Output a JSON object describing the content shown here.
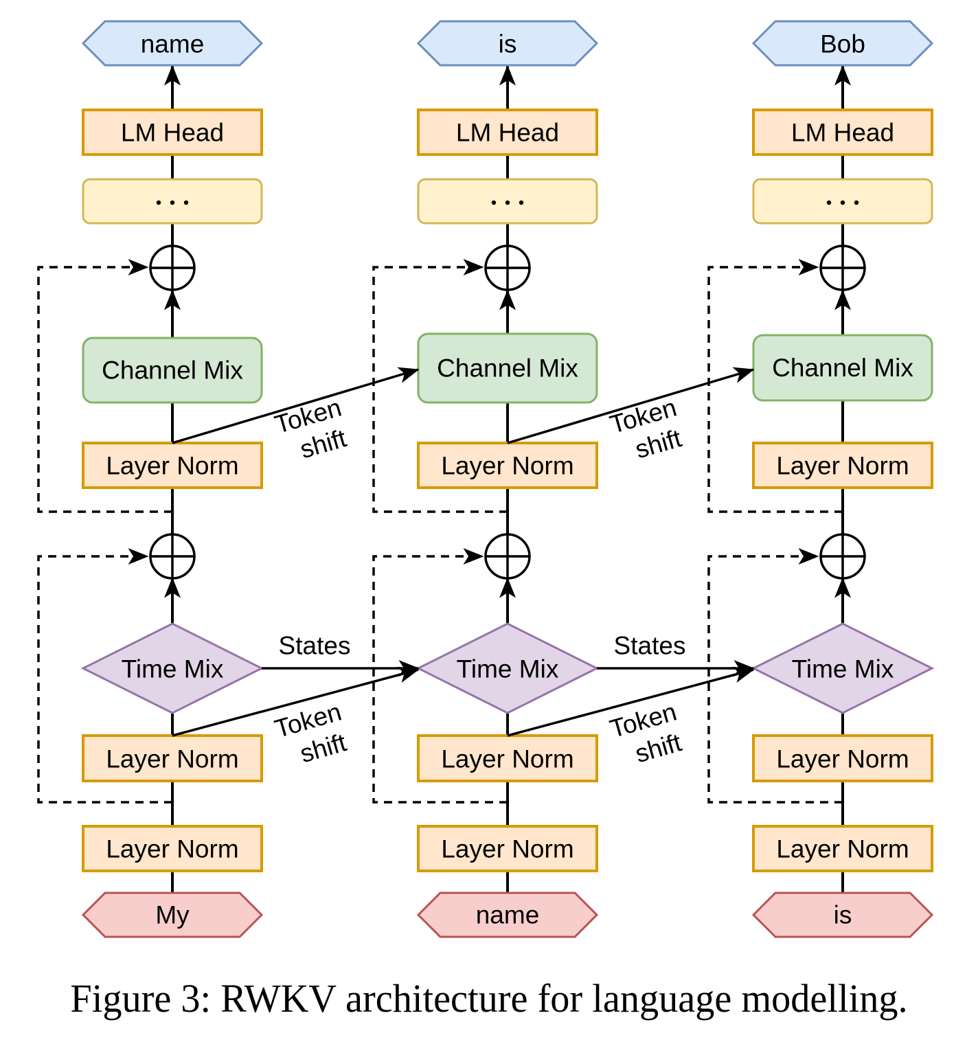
{
  "figure": {
    "caption": "Figure 3: RWKV architecture for language modelling."
  },
  "colors": {
    "output_fill": "#dae8fc",
    "output_stroke": "#6c8ebf",
    "input_fill": "#f8cecc",
    "input_stroke": "#b85450",
    "norm_fill": "#ffe6cc",
    "norm_stroke": "#d79b00",
    "ellipsis_fill": "#fff2cc",
    "ellipsis_stroke": "#d6b656",
    "channel_fill": "#d5e8d4",
    "channel_stroke": "#82b366",
    "time_fill": "#e1d5e7",
    "time_stroke": "#9673a6"
  },
  "columns": [
    {
      "output_token": "name",
      "lm_head": "LM Head",
      "ellipsis": "...",
      "channel_mix": "Channel Mix",
      "layer_norm_channel": "Layer Norm",
      "time_mix": "Time Mix",
      "layer_norm_time": "Layer Norm",
      "layer_norm_input": "Layer Norm",
      "input_token": "My"
    },
    {
      "output_token": "is",
      "lm_head": "LM Head",
      "ellipsis": "...",
      "channel_mix": "Channel Mix",
      "layer_norm_channel": "Layer Norm",
      "time_mix": "Time Mix",
      "layer_norm_time": "Layer Norm",
      "layer_norm_input": "Layer Norm",
      "input_token": "name"
    },
    {
      "output_token": "Bob",
      "lm_head": "LM Head",
      "ellipsis": "...",
      "channel_mix": "Channel Mix",
      "layer_norm_channel": "Layer Norm",
      "time_mix": "Time Mix",
      "layer_norm_time": "Layer Norm",
      "layer_norm_input": "Layer Norm",
      "input_token": "is"
    }
  ],
  "edge_labels": {
    "token_shift_line1": "Token",
    "token_shift_line2": "shift",
    "states": "States"
  }
}
